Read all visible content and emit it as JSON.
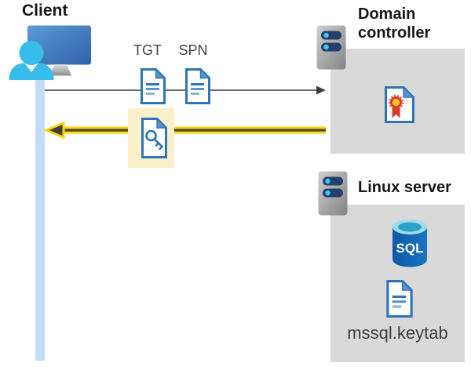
{
  "client": {
    "label": "Client"
  },
  "flow": {
    "tgt_label": "TGT",
    "spn_label": "SPN"
  },
  "domain_controller": {
    "label": "Domain controller"
  },
  "linux_server": {
    "label": "Linux server",
    "sql_badge": "SQL",
    "keytab_label": "mssql.keytab"
  },
  "icons": {
    "client": "client-monitor-user-icon",
    "tgt": "document-icon",
    "spn": "document-icon",
    "service_ticket": "document-key-icon",
    "domain_controller": "server-icon",
    "certificate": "document-certificate-icon",
    "linux_server": "server-icon",
    "sql": "sql-database-icon",
    "keytab": "document-icon"
  },
  "colors": {
    "arrow_yellow": "#FFD400",
    "arrow_dark": "#404040",
    "arrow_gray": "#58595B",
    "highlight_box": "#FAF1CA",
    "panel_gray": "#D9D9D9",
    "client_rail": "#C5DBF7",
    "doc_blue": "#2E75B6",
    "sql_blue": "#1262AE",
    "person_cyan": "#36BDE9",
    "cert_red": "#D93A2B",
    "cert_gold": "#FDC626"
  }
}
